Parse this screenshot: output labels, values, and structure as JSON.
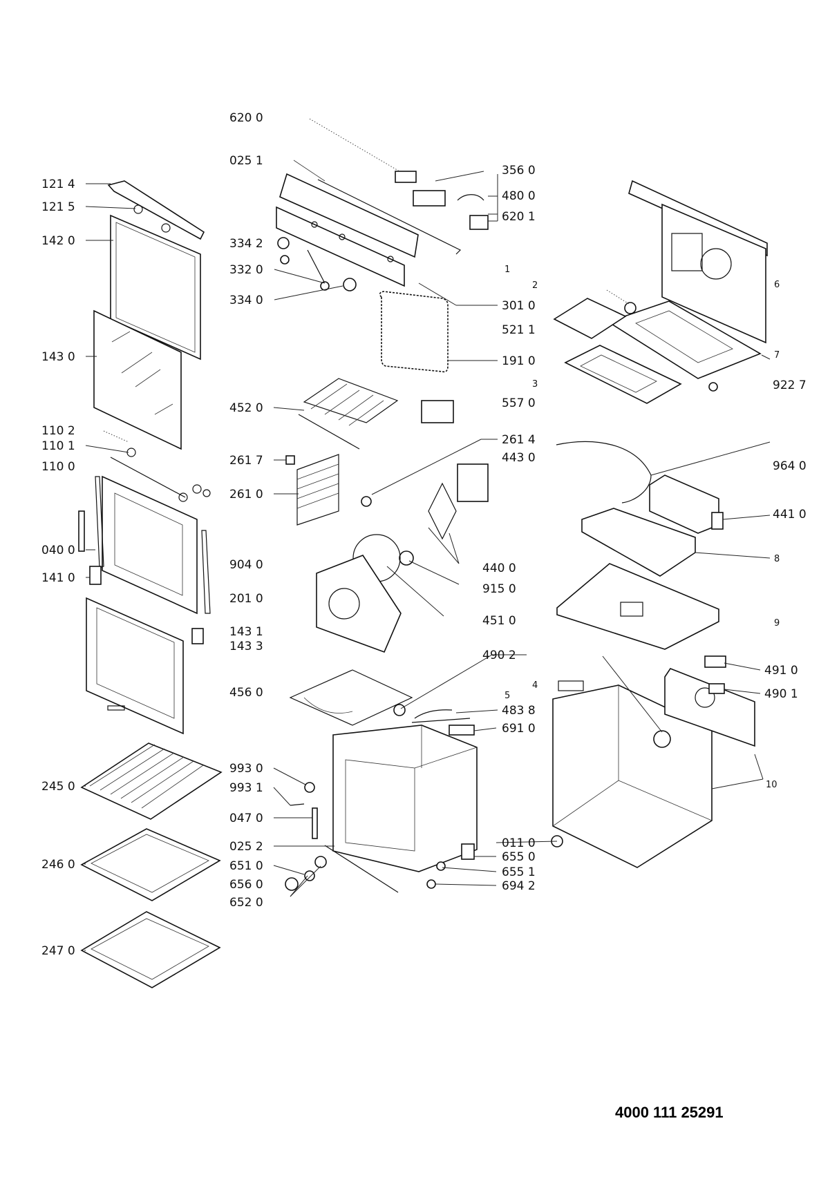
{
  "labels": {
    "l6200": "620 0",
    "l0251": "025 1",
    "l3560": "356 0",
    "l4800": "480 0",
    "l6201": "620 1",
    "l1214": "121 4",
    "l1215": "121 5",
    "l1420": "142 0",
    "l3342": "334 2",
    "l3320": "332 0",
    "l3340": "334 0",
    "l3010": "301 0",
    "l5211": "521 1",
    "l1910": "191 0",
    "l1430": "143 0",
    "l5570": "557 0",
    "l9227": "922 7",
    "l4520": "452 0",
    "l1102": "110 2",
    "l1101": "110 1",
    "l1100": "110 0",
    "l2614": "261 4",
    "l4430": "443 0",
    "l9640": "964 0",
    "l2617": "261 7",
    "l2610": "261 0",
    "l4410": "441 0",
    "l0400": "040 0",
    "l9040": "904 0",
    "l4400": "440 0",
    "l1410": "141 0",
    "l9150": "915 0",
    "l2010": "201 0",
    "l4510": "451 0",
    "l1431": "143 1",
    "l1433": "143 3",
    "l4902": "490 2",
    "l4910": "491 0",
    "l4560": "456 0",
    "l4901": "490 1",
    "l4838": "483 8",
    "l6910": "691 0",
    "l9930": "993 0",
    "l2450": "245 0",
    "l9931": "993 1",
    "l0470": "047 0",
    "l0252": "025 2",
    "l0110": "011 0",
    "l6550": "655 0",
    "l2460": "246 0",
    "l6510": "651 0",
    "l6551": "655 1",
    "l6560": "656 0",
    "l6942": "694 2",
    "l6520": "652 0",
    "l2470": "247 0"
  },
  "numbers": {
    "n1": "1",
    "n2": "2",
    "n3": "3",
    "n4": "4",
    "n5": "5",
    "n6": "6",
    "n7": "7",
    "n8": "8",
    "n9": "9",
    "n10": "10"
  },
  "document_number": "4000 111 25291"
}
